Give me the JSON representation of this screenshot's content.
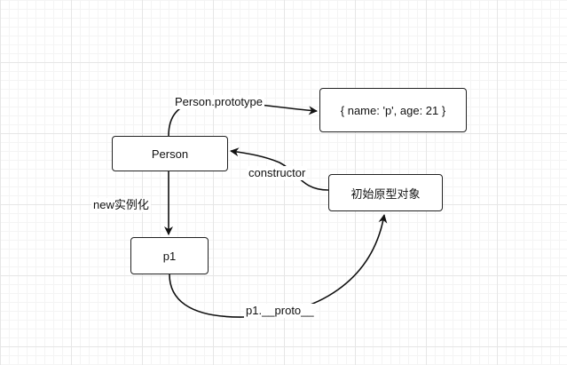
{
  "nodes": {
    "person": "Person",
    "prototype_object": "初始原型对象",
    "instance": "p1",
    "prototype_value": "{ name: 'p', age:  21 }"
  },
  "edges": {
    "prototype": "Person.prototype",
    "constructor": "constructor",
    "new_instance": "new实例化",
    "proto": "p1.__proto__"
  }
}
